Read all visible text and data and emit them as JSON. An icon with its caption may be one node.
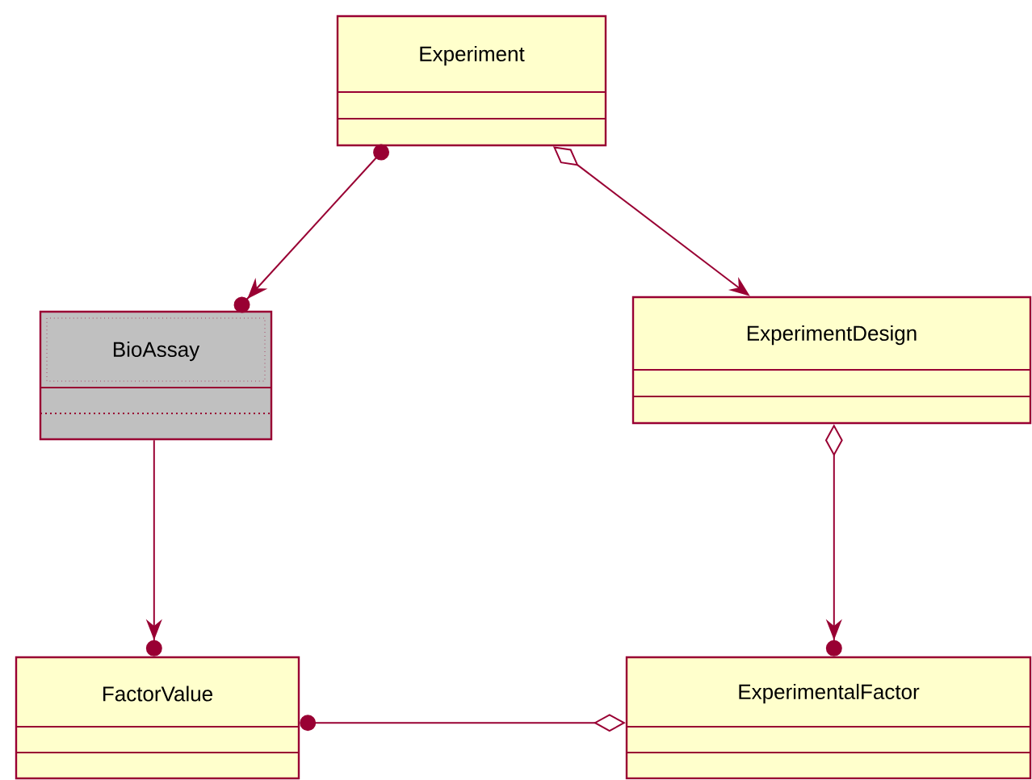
{
  "diagram": {
    "nodes": [
      {
        "text": [
          "Experiment"
        ]
      },
      {
        "text": [
          "BioAssay"
        ]
      },
      {
        "text": [
          "ExperimentDesign"
        ]
      },
      {
        "text": [
          "FactorValue"
        ]
      },
      {
        "text": [
          "ExperimentalFactor"
        ]
      }
    ],
    "edges": [
      {
        "from": 0,
        "to": 1,
        "arrow": "to"
      },
      {
        "from": 0,
        "to": 2,
        "arrow": "to"
      },
      {
        "from": 1,
        "to": 3,
        "arrow": "to"
      },
      {
        "from": 2,
        "to": 4,
        "arrow": "to"
      },
      {
        "from": 3,
        "to": 4,
        "arrow": "other"
      }
    ]
  }
}
